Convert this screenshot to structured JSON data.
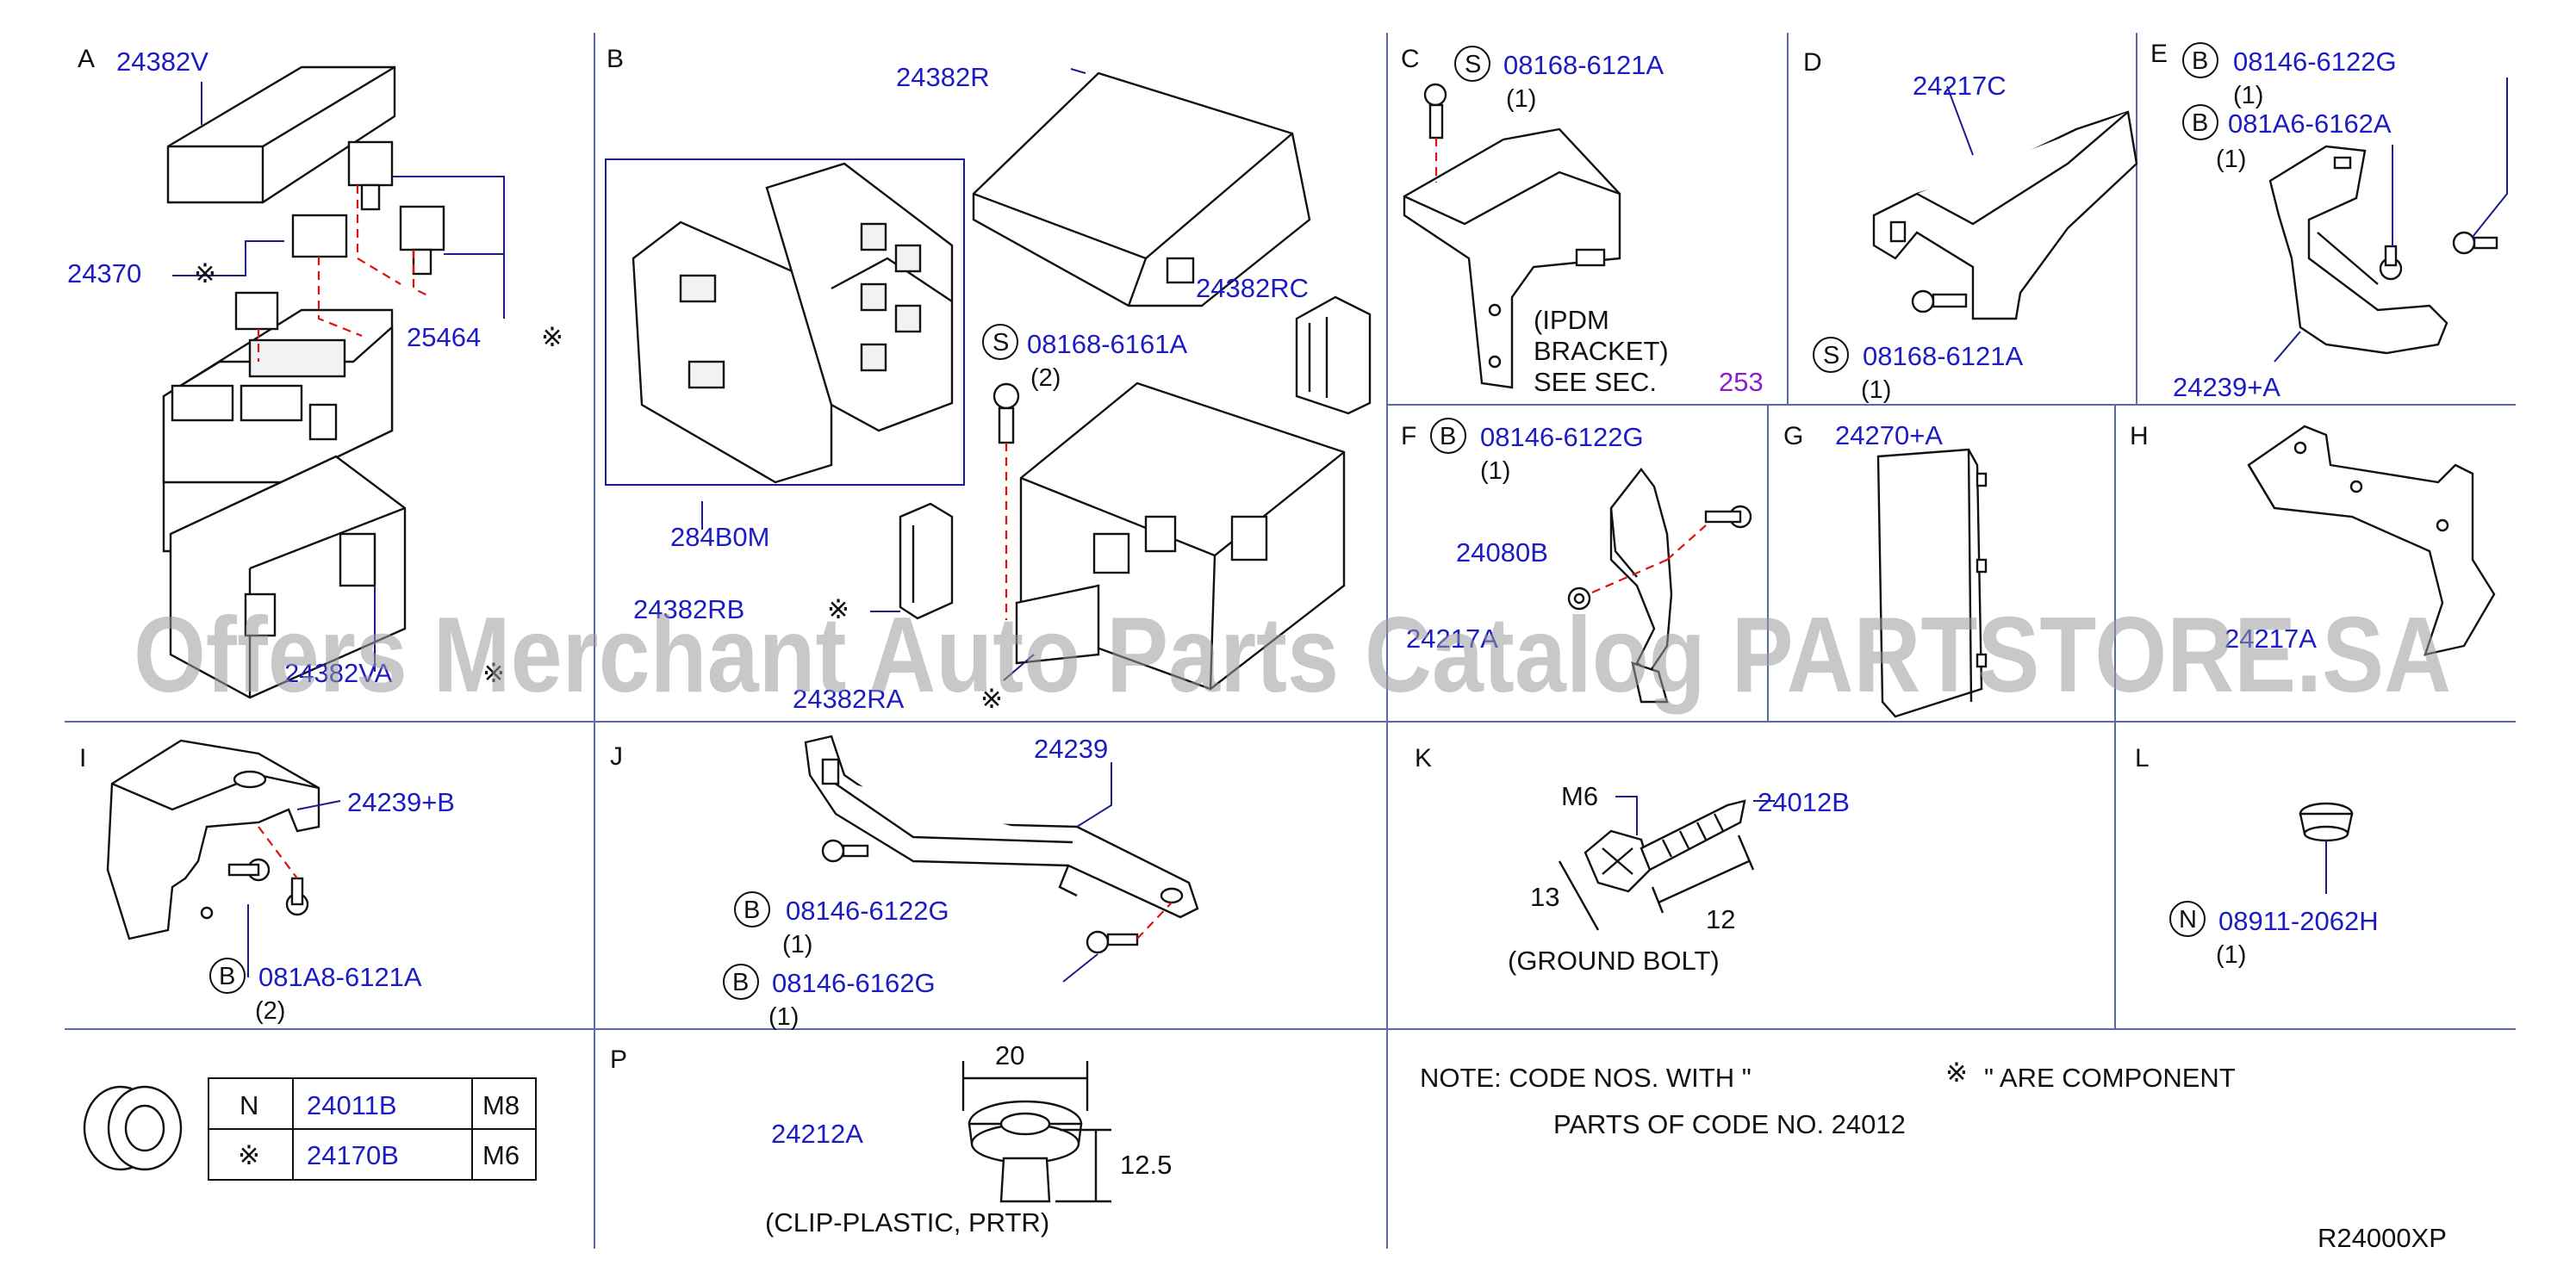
{
  "sections": {
    "A": "A",
    "B": "B",
    "C": "C",
    "D": "D",
    "E": "E",
    "F": "F",
    "G": "G",
    "H": "H",
    "I": "I",
    "J": "J",
    "K": "K",
    "L": "L",
    "P": "P"
  },
  "callouts": {
    "a_24382V": "24382V",
    "a_24370": "24370",
    "a_25464": "25464",
    "a_asterisk": "※",
    "a_asterisk2": "※",
    "a_24382VA": "24382VA",
    "a_asterisk3": "※",
    "b_24382R": "24382R",
    "b_24382RC": "24382RC",
    "b_S": "S",
    "b_bolt": "08168-6161A",
    "b_qty": "(2)",
    "b_284B0M": "284B0M",
    "b_24382RB": "24382RB",
    "b_asterisk": "※",
    "b_24382RA": "24382RA",
    "b_asterisk2": "※",
    "c_S": "S",
    "c_bolt": "08168-6121A",
    "c_qty": "(1)",
    "c_note1": "(IPDM",
    "c_note2": "BRACKET)",
    "c_note3": "SEE  SEC.",
    "c_sec": "253",
    "d_24217C": "24217C",
    "d_S": "S",
    "d_bolt": "08168-6121A",
    "d_qty": "(1)",
    "e_B1": "B",
    "e_bolt1": "08146-6122G",
    "e_qty1": "(1)",
    "e_B2": "B",
    "e_bolt2": "081A6-6162A",
    "e_qty2": "(1)",
    "e_24239A": "24239+A",
    "f_B": "B",
    "f_bolt": "08146-6122G",
    "f_qty": "(1)",
    "f_24080B": "24080B",
    "f_24217A": "24217A",
    "g_24270A": "24270+A",
    "h_24217A": "24217A",
    "i_24239B": "24239+B",
    "i_B": "B",
    "i_bolt": "081A8-6121A",
    "i_qty": "(2)",
    "j_24239": "24239",
    "j_B1": "B",
    "j_bolt1": "08146-6122G",
    "j_qty1": "(1)",
    "j_B2": "B",
    "j_bolt2": "08146-6162G",
    "j_qty2": "(1)",
    "k_M6": "M6",
    "k_24012B": "24012B",
    "k_13": "13",
    "k_12": "12",
    "k_note": "(GROUND  BOLT)",
    "l_N": "N",
    "l_nut": "08911-2062H",
    "l_qty": "(1)",
    "p_20": "20",
    "p_24212A": "24212A",
    "p_125": "12.5",
    "p_note": "(CLIP-PLASTIC,  PRTR)"
  },
  "nut_table": {
    "rows": [
      {
        "mark": "N",
        "part": "24011B",
        "size": "M8"
      },
      {
        "mark": "※",
        "part": "24170B",
        "size": "M6"
      }
    ]
  },
  "note": {
    "line1a": "NOTE:   CODE  NOS.  WITH  \"",
    "mark": "※",
    "line1b": "\"  ARE  COMPONENT",
    "line2": "PARTS  OF  CODE  NO.  24012"
  },
  "diagram_code": "R24000XP",
  "watermark": "Offers Merchant Auto Parts Catalog PARTSTORE.SA",
  "colors": {
    "part_number": "#1c1cc4",
    "section_ref": "#8a1fc8",
    "leader": "#1c1c8a",
    "guide_dash": "#dd1111",
    "grid": "#5a6aa8"
  }
}
